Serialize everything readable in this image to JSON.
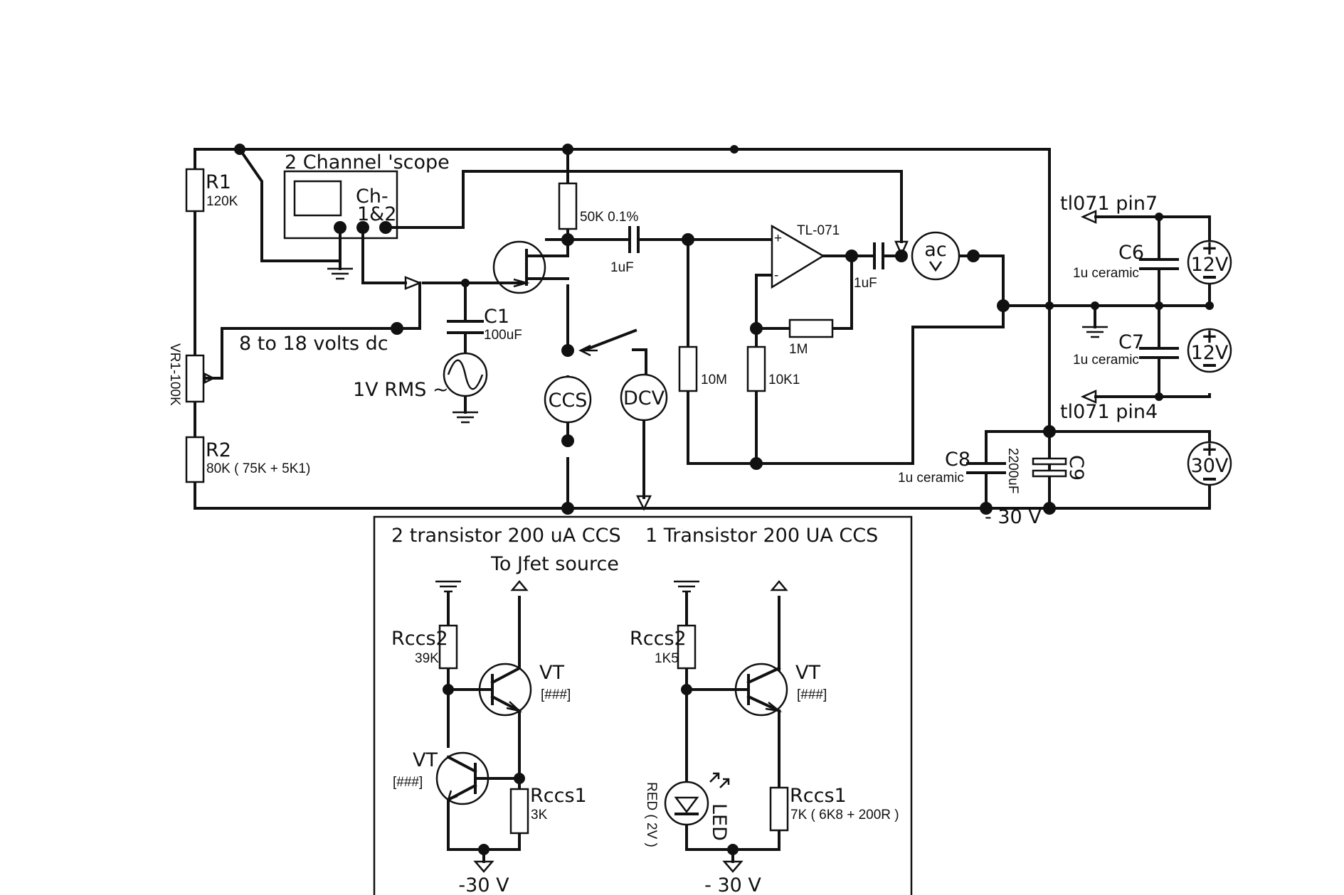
{
  "main": {
    "scope": "2 Channel 'scope",
    "scope_ch_1": "Ch-",
    "scope_ch_2": "1&2",
    "r1": "R1",
    "r1_value": "120K",
    "vr1": "VR1-100K",
    "r2": "R2",
    "r2_value": "80K ( 75K + 5K1)",
    "supply_dc": "8 to 18 volts dc",
    "c1": "C1",
    "c1_value": "100uF",
    "sig_gen": "1V RMS ~",
    "r_drain": "50K 0.1%",
    "cap1": "1uF",
    "cap2": "1uF",
    "opamp": "TL-071",
    "opamp_plus": "+",
    "opamp_minus": "-",
    "r_10m": "10M",
    "r_10k1": "10K1",
    "r_1m": "1M",
    "ccs": "CCS",
    "dcv": "DCV",
    "ac_meter": "ac",
    "pin7": "tl071 pin7",
    "pin4": "tl071 pin4",
    "c6": "C6",
    "c6_value": "1u ceramic",
    "c7": "C7",
    "c7_value": "1u ceramic",
    "c8": "C8",
    "c8_value": "1u ceramic",
    "c9": "C9",
    "c9_value": "2200uF",
    "bat_12a": "12V",
    "bat_12b": "12V",
    "bat_30": "30V",
    "neg_30": "- 30 V"
  },
  "inset": {
    "title_left": "2 transistor 200 uA CCS",
    "title_right": "1 Transistor 200 UA CCS",
    "to_jfet": "To Jfet source",
    "rccs2_left": "Rccs2",
    "rccs2_left_value": "39K",
    "vt_left_top": "VT",
    "vt_left_top_value": "[###]",
    "vt_left_bottom": "VT",
    "vt_left_bottom_value": "[###]",
    "rccs1_left": "Rccs1",
    "rccs1_left_value": "3K",
    "neg30_left": "-30 V",
    "rccs2_right": "Rccs2",
    "rccs2_right_value": "1K5",
    "vt_right": "VT",
    "vt_right_value": "[###]",
    "led_label": "LED",
    "led_value": "RED ( 2V )",
    "rccs1_right": "Rccs1",
    "rccs1_right_value": "7K ( 6K8 + 200R )",
    "neg30_right": "- 30 V"
  }
}
